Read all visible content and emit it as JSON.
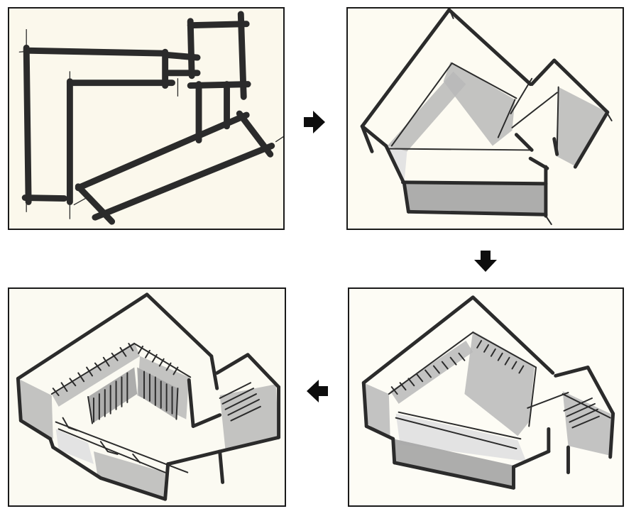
{
  "figure": {
    "panels": [
      {
        "step": 1,
        "icon": "plan-sketch"
      },
      {
        "step": 2,
        "icon": "massing-sketch"
      },
      {
        "step": 3,
        "icon": "massing-with-bar-sketch"
      },
      {
        "step": 4,
        "icon": "final-massing-sketch"
      }
    ],
    "arrows": [
      {
        "from": 1,
        "to": 2,
        "direction": "right",
        "icon": "arrow-right-icon"
      },
      {
        "from": 2,
        "to": 3,
        "direction": "down",
        "icon": "arrow-down-icon"
      },
      {
        "from": 3,
        "to": 4,
        "direction": "left",
        "icon": "arrow-left-icon"
      }
    ],
    "colors": {
      "ink": "#2b2b2b",
      "paper": "#fbf8ec",
      "shade": "#b9b9b9"
    }
  }
}
